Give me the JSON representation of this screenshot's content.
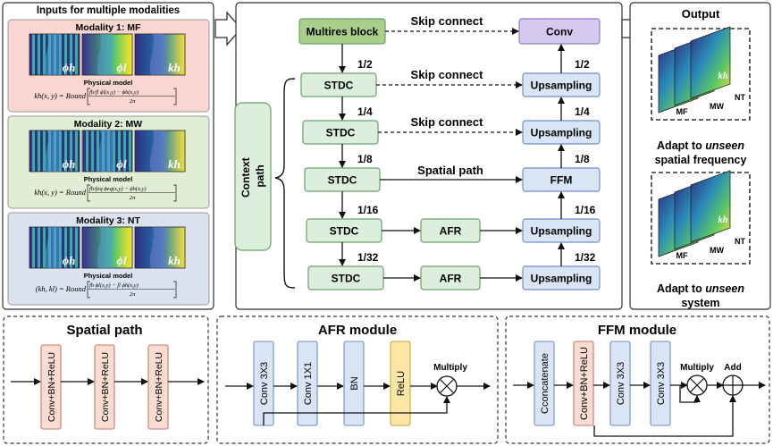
{
  "inputs": {
    "title": "Inputs for multiple modalities",
    "physical_model_label": "Physical model",
    "modalities": [
      {
        "title": "Modality 1: MF",
        "image_labels": [
          "ϕh",
          "ϕl",
          "kh"
        ],
        "formula_lhs": "kh(x, y) = Round",
        "formula_num": "fh/fl ϕl(x,y) − ϕh(x,y)",
        "formula_den": "2π"
      },
      {
        "title": "Modality 2: MW",
        "image_labels": [
          "ϕh",
          "ϕl",
          "kh"
        ],
        "formula_lhs": "kh(x, y) = Round",
        "formula_num": "fh/feq ϕeq(x,y) − ϕh(x,y)",
        "formula_den": "2π"
      },
      {
        "title": "Modality 3: NT",
        "image_labels": [
          "ϕh",
          "ϕl",
          "kh"
        ],
        "formula_lhs": "(kh, kl) = Round",
        "formula_num": "fh ϕl(x,y) − fl ϕh(x,y)",
        "formula_den": "2π"
      }
    ]
  },
  "network": {
    "multires": "Multires block",
    "conv": "Conv",
    "context_path": "Context path",
    "stdc": "STDC",
    "afr": "AFR",
    "upsampling": "Upsampling",
    "ffm": "FFM",
    "skip_connect": "Skip connect",
    "spatial_path": "Spatial path",
    "ratios_left": [
      "1/2",
      "1/4",
      "1/8",
      "1/16",
      "1/32"
    ],
    "ratios_right": [
      "1/2",
      "1/4",
      "1/8",
      "1/16",
      "1/32"
    ]
  },
  "output": {
    "title": "Output",
    "caption1_a": "Adapt to ",
    "caption1_b": "unseen",
    "caption1_c": "spatial frequency",
    "caption2_a": "Adapt to ",
    "caption2_b": "unseen",
    "caption2_c": "system",
    "stack_labels": [
      "MF",
      "MW",
      "NT"
    ],
    "stack_kh": "kh"
  },
  "spatial_module": {
    "title": "Spatial path",
    "block": "Conv+BN+ReLU"
  },
  "afr_module": {
    "title": "AFR module",
    "blocks": [
      "Conv 3X3",
      "Conv 1X1",
      "BN",
      "ReLU"
    ],
    "multiply": "Multiply"
  },
  "ffm_module": {
    "title": "FFM module",
    "blocks": [
      "Cconcatenate",
      "Conv+BN+ReLU",
      "Conv 3X3",
      "Conv 3X3"
    ],
    "multiply": "Multiply",
    "add": "Add"
  },
  "colors": {
    "green_fill": "#dcefdd",
    "green_stroke": "#6aa06a",
    "multires_fill": "#a9cf8a",
    "conv_fill": "#d6c9ef",
    "upsample_fill": "#d9e4f5",
    "mf_panel": "#f9d6cf",
    "mw_panel": "#e1edd4",
    "nt_panel": "#dbe3f0",
    "relu_fill": "#fbe6a6",
    "cbr_fill": "#f8dcd2"
  }
}
